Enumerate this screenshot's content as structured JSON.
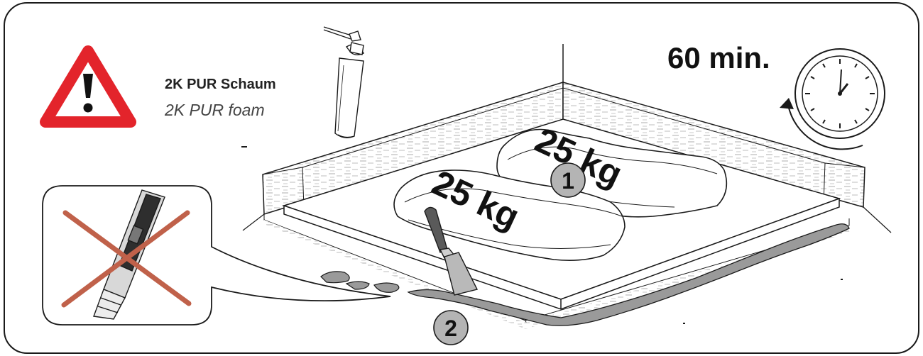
{
  "material": {
    "name_de": "2K PUR Schaum",
    "name_en": "2K PUR foam"
  },
  "curing_time": "60 min.",
  "sacks": [
    {
      "label": "25 kg"
    },
    {
      "label": "25 kg"
    }
  ],
  "steps": [
    {
      "number": "1"
    },
    {
      "number": "2"
    }
  ],
  "icons": {
    "warning": "warning-triangle-icon",
    "foam_can": "foam-spray-can-icon",
    "clock": "clock-icon",
    "forbidden_tool": "utility-knife-icon",
    "forbidden_mark": "cross-out-icon",
    "trowel": "trowel-icon"
  },
  "colors": {
    "warning_red": "#e3242b",
    "cross_out": "#c0614a",
    "foam_gray": "#9a9a9a",
    "step_badge": "#b4b4b4",
    "outline": "#1a1a1a"
  }
}
